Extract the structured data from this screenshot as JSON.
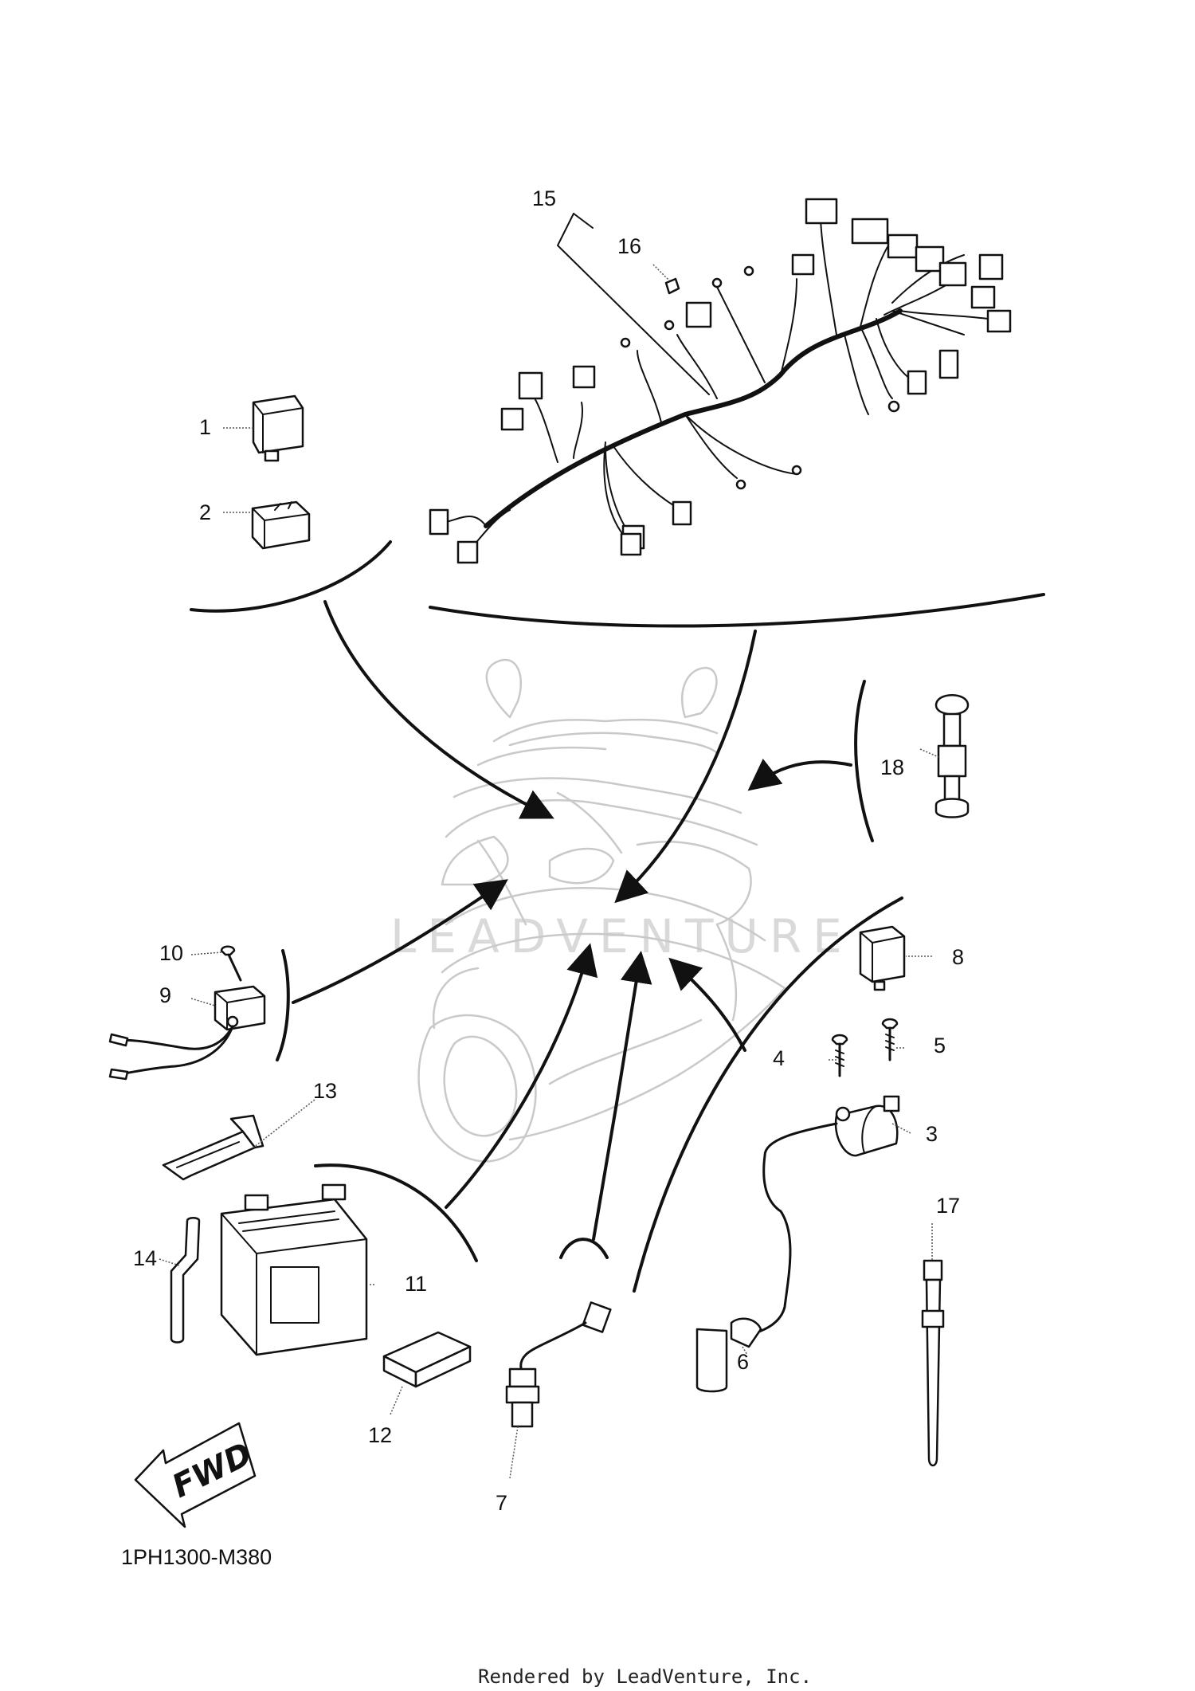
{
  "callouts": [
    {
      "id": "c1",
      "label": "1"
    },
    {
      "id": "c2",
      "label": "2"
    },
    {
      "id": "c3",
      "label": "3"
    },
    {
      "id": "c4",
      "label": "4"
    },
    {
      "id": "c5",
      "label": "5"
    },
    {
      "id": "c6",
      "label": "6"
    },
    {
      "id": "c7",
      "label": "7"
    },
    {
      "id": "c8",
      "label": "8"
    },
    {
      "id": "c9",
      "label": "9"
    },
    {
      "id": "c10",
      "label": "10"
    },
    {
      "id": "c11",
      "label": "11"
    },
    {
      "id": "c12",
      "label": "12"
    },
    {
      "id": "c13",
      "label": "13"
    },
    {
      "id": "c14",
      "label": "14"
    },
    {
      "id": "c15",
      "label": "15"
    },
    {
      "id": "c16",
      "label": "16"
    },
    {
      "id": "c17",
      "label": "17"
    },
    {
      "id": "c18",
      "label": "18"
    }
  ],
  "fwd_label": "FWD",
  "diagram_code": "1PH1300-M380",
  "watermark": "LEADVENTURE",
  "footer": "Rendered by LeadVenture, Inc.",
  "colors": {
    "line": "#111111",
    "ghost": "#c9c9c9",
    "watermark": "#d9d9d9"
  }
}
